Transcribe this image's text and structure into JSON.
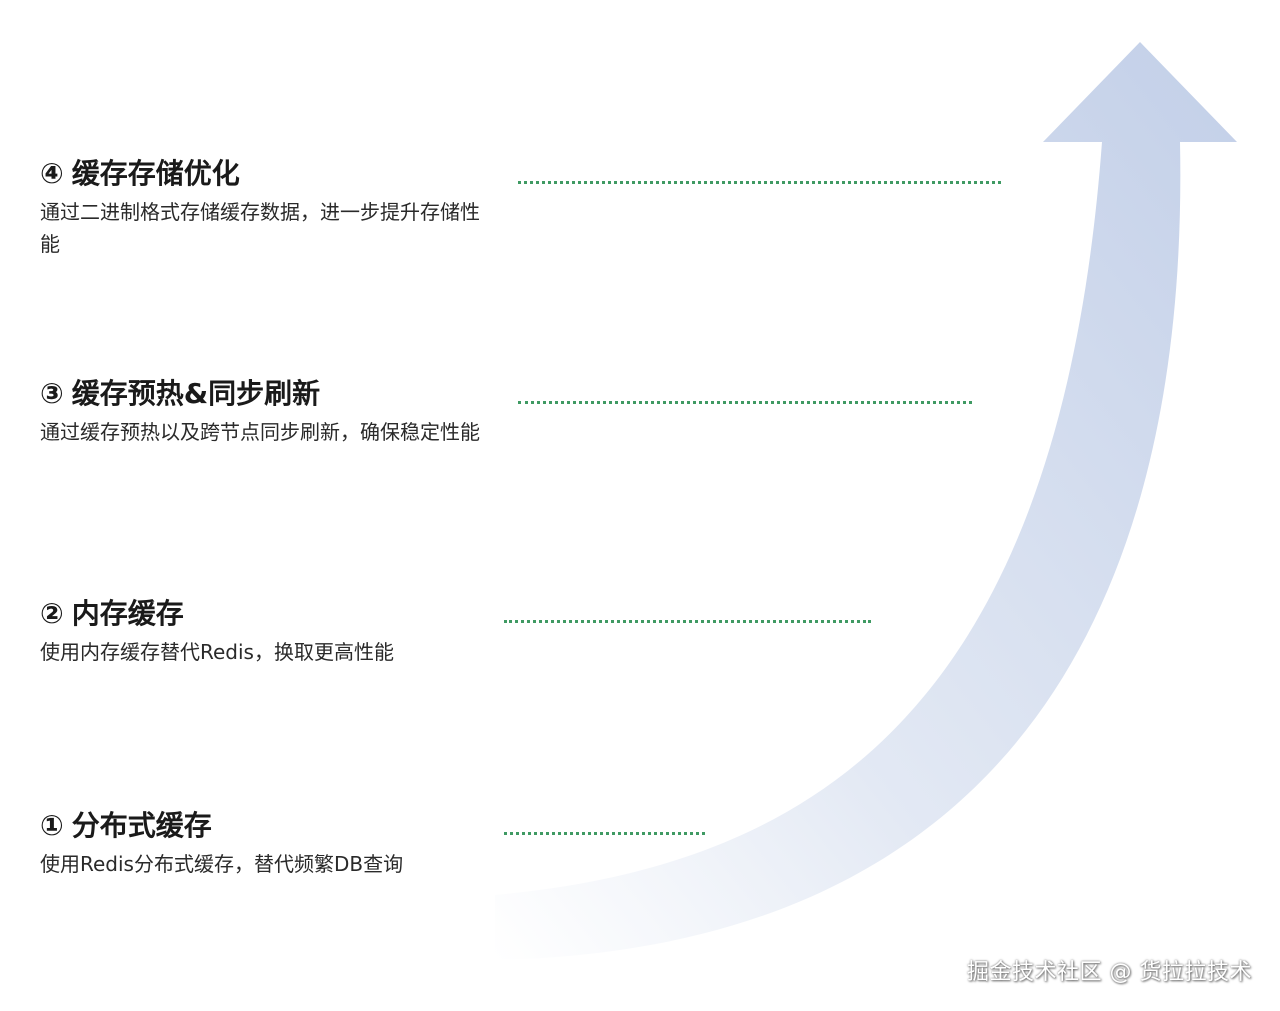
{
  "accent": {
    "arrow_color": "#c5d2ea",
    "dot_color": "#3f9a63"
  },
  "stages": [
    {
      "num": "④",
      "title": "缓存存储优化",
      "desc": "通过二进制格式存储缓存数据，进一步提升存储性能"
    },
    {
      "num": "③",
      "title": "缓存预热&同步刷新",
      "desc": "通过缓存预热以及跨节点同步刷新，确保稳定性能"
    },
    {
      "num": "②",
      "title": "内存缓存",
      "desc": "使用内存缓存替代Redis，换取更高性能"
    },
    {
      "num": "①",
      "title": "分布式缓存",
      "desc": "使用Redis分布式缓存，替代频繁DB查询"
    }
  ],
  "footer": {
    "text": "掘金技术社区 @ 货拉拉技术"
  }
}
